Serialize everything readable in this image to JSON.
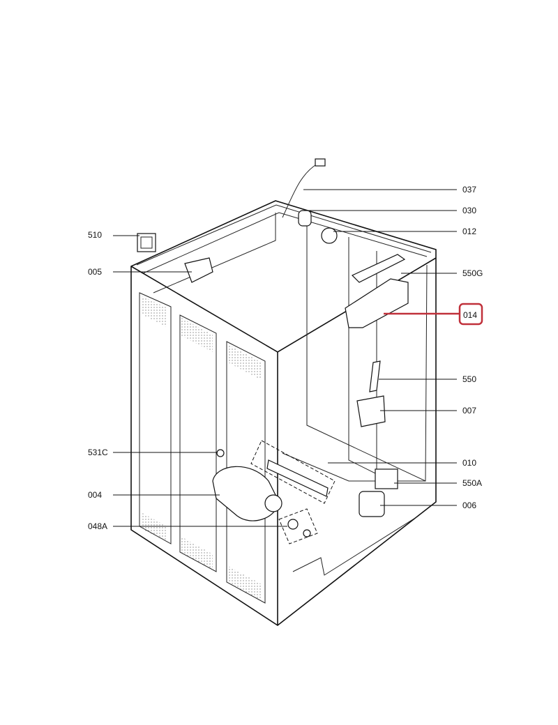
{
  "diagram": {
    "highlight_color": "#c0303a",
    "highlighted_part": "014",
    "labels": {
      "p037": "037",
      "p030": "030",
      "p012": "012",
      "p550G": "550G",
      "p014": "014",
      "p550": "550",
      "p007": "007",
      "p010": "010",
      "p550A": "550A",
      "p006": "006",
      "p510": "510",
      "p005": "005",
      "p531C": "531C",
      "p004": "004",
      "p048A": "048A"
    }
  }
}
